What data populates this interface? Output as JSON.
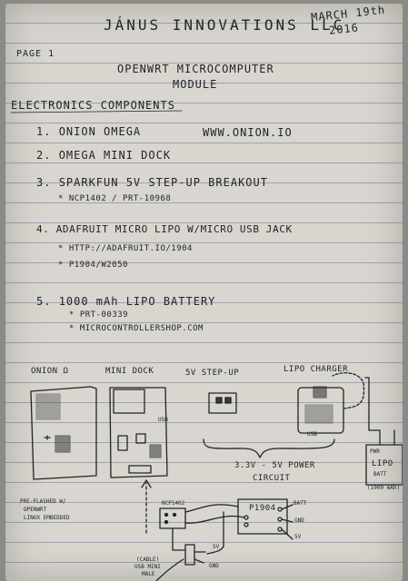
{
  "header": {
    "company": "JÁNUS INNOVATIONS LLC",
    "date_month": "MARCH 19th",
    "date_year": "2016",
    "page_label": "PAGE 1"
  },
  "title": {
    "line1": "OPENWRT MICROCOMPUTER",
    "line2": "MODULE"
  },
  "section_heading": "ELECTRONICS COMPONENTS",
  "list": [
    {
      "num": "1.",
      "text": "ONION OMEGA",
      "extra": "WWW.ONION.IO"
    },
    {
      "num": "2.",
      "text": "OMEGA MINI DOCK"
    },
    {
      "num": "3.",
      "text": "SPARKFUN 5V STEP-UP BREAKOUT",
      "sub": [
        "* NCP1402 / PRT-10968"
      ]
    },
    {
      "num": "4.",
      "text": "ADAFRUIT MICRO LIPO W/MICRO USB JACK",
      "sub": [
        "* HTTP://ADAFRUIT.IO/1904",
        "* P1904/W2050"
      ]
    },
    {
      "num": "5.",
      "text": "1000 mAh LIPO BATTERY",
      "sub": [
        "* PRT-00339",
        "* MICROCONTROLLERSHOP.COM"
      ]
    }
  ],
  "diagram": {
    "onion_label": "ONION Ω",
    "dock_label": "MINI DOCK",
    "stepup_label": "5V STEP-UP",
    "charger_label": "LIPO CHARGER",
    "usb_label": "USB",
    "battery_label": "PWR",
    "battery_name": "LIPO",
    "battery_sub": "BATT",
    "battery_cap": "(1000 mAh)",
    "power_label": "3.3V - 5V POWER",
    "circuit_label": "CIRCUIT",
    "preflash_1": "PRE-FLASHED W/",
    "preflash_2": "OPENWRT",
    "preflash_3": "LINUX EMBEDDED",
    "ncp_label": "NCP1402",
    "p1904_label": "P1904",
    "batt_pin": "BATT",
    "gnd_pin": "GND",
    "v5_pin": "5V",
    "cable_1": "(CABLE)",
    "cable_2": "USB MINI",
    "cable_3": "MALE",
    "wire_5v": "5V",
    "wire_gnd": "GND"
  }
}
